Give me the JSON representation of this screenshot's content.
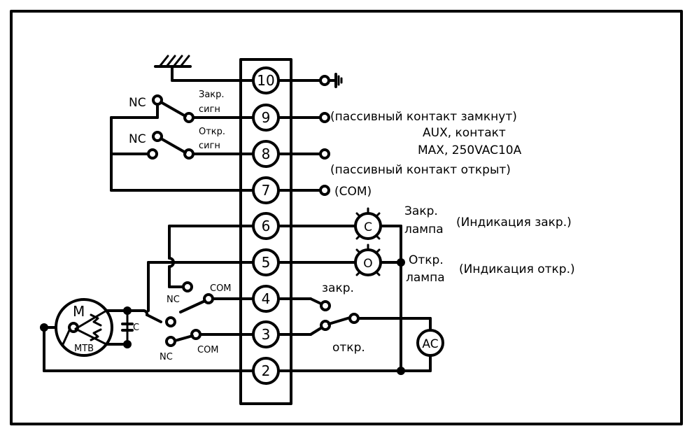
{
  "diagram": {
    "terminals": [
      "10",
      "9",
      "8",
      "7",
      "6",
      "5",
      "4",
      "3",
      "2"
    ],
    "labels": {
      "nc_top": "NC",
      "nc_mid": "NC",
      "zakr_sign_1": "Закр.",
      "zakr_sign_2": "сигн",
      "otkr_sign_1": "Откр.",
      "otkr_sign_2": "сигн",
      "passive_closed": "(пассивный контакт замкнут)",
      "aux_contact": "AUX, контакт",
      "max_rating": "MAX, 250VAC10A",
      "passive_open": "(пассивный контакт открыт)",
      "com_7": "(COM)",
      "lamp_c_letter": "C",
      "lamp_o_letter": "O",
      "zakr_lampa_1": "Закр.",
      "zakr_lampa_2": "лампа",
      "indic_zakr": "(Индикация закр.)",
      "otkr_lampa_1": "Откр.",
      "otkr_lampa_2": "лампа",
      "indic_otkr": "(Индикация откр.)",
      "zakr_switch": "закр.",
      "otkr_switch": "откр.",
      "ac": "AC",
      "motor": "M",
      "mtb": "MTB",
      "capacitor": "C",
      "nc_4": "NC",
      "com_4": "COM",
      "nc_3": "NC",
      "com_3": "COM"
    }
  }
}
